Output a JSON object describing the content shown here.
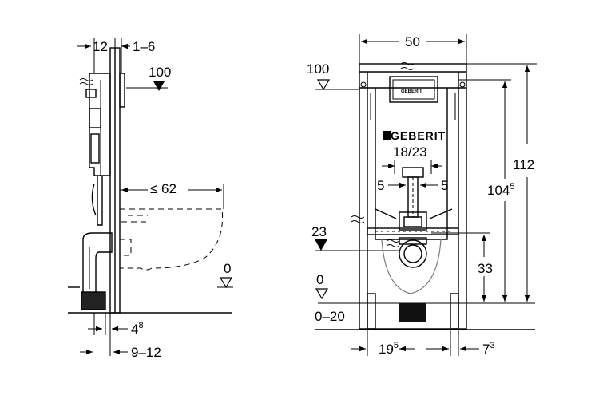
{
  "side_view": {
    "dim_top_left": "12",
    "dim_top_right": "1–6",
    "level_100": "100",
    "dim_bowl": "≤ 62",
    "level_0": "0",
    "dim_bottom_1_base": "4",
    "dim_bottom_1_sup": "8",
    "dim_bottom_2": "9–12"
  },
  "front_view": {
    "dim_width": "50",
    "level_100": "100",
    "brand": "GEBERIT",
    "brand_small": "GEBERIT",
    "dim_flush": "18/23",
    "dim_left_5": "5",
    "dim_right_5": "5",
    "level_23": "23",
    "level_0": "0",
    "dim_floor": "0–20",
    "dim_112": "112",
    "dim_104_base": "104",
    "dim_104_sup": "5",
    "dim_33": "33",
    "dim_19_base": "19",
    "dim_19_sup": "5",
    "dim_7_base": "7",
    "dim_7_sup": "3"
  }
}
